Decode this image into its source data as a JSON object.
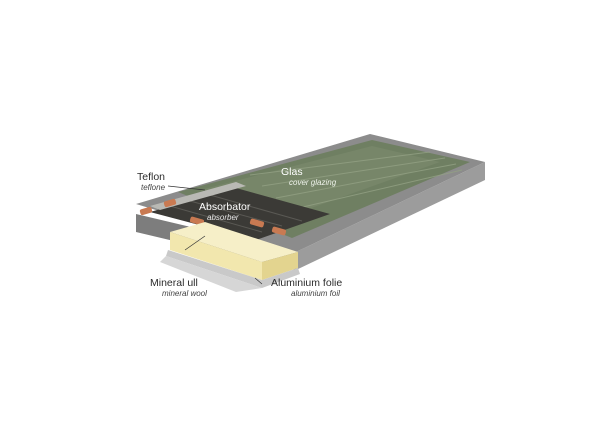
{
  "labels": {
    "glass": {
      "primary": "Glas",
      "secondary": "cover glazing"
    },
    "teflon": {
      "primary": "Teflon",
      "secondary": "teflone"
    },
    "absorber": {
      "primary": "Absorbator",
      "secondary": "absorber"
    },
    "wool": {
      "primary": "Mineral ull",
      "secondary": "mineral wool"
    },
    "foil": {
      "primary": "Aluminium folie",
      "secondary": "aluminium foil"
    }
  },
  "colors": {
    "glass": "#6f7f62",
    "frame": "#9a9a9a",
    "absorber": "#3b3a36",
    "wool": "#f2e7ae",
    "copper": "#c97a52"
  }
}
